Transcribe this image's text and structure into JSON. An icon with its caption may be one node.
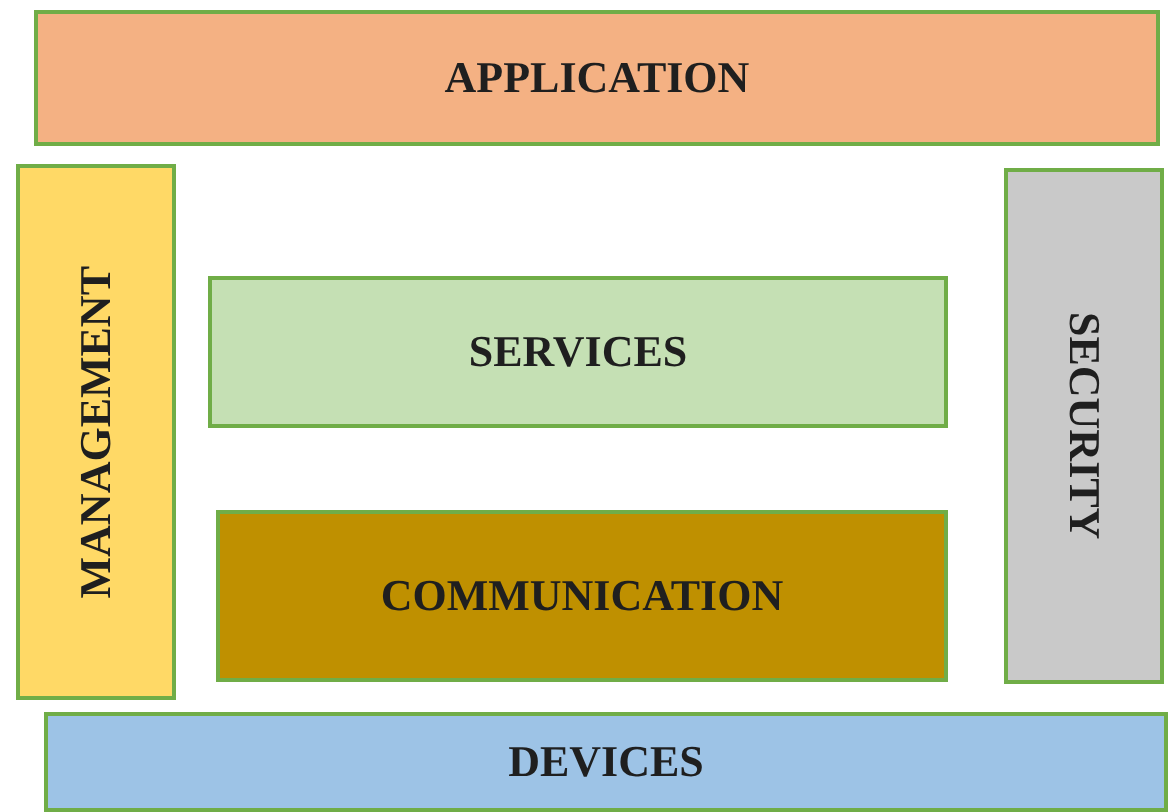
{
  "diagram": {
    "nodes": [
      {
        "text": [
          "APPLICATION"
        ]
      },
      {
        "text": [
          "MANAGEMENT"
        ]
      },
      {
        "text": [
          "SERVICES"
        ]
      },
      {
        "text": [
          "COMMUNICATION"
        ]
      },
      {
        "text": [
          "SECURITY"
        ]
      },
      {
        "text": [
          "DEVICES"
        ]
      }
    ]
  }
}
